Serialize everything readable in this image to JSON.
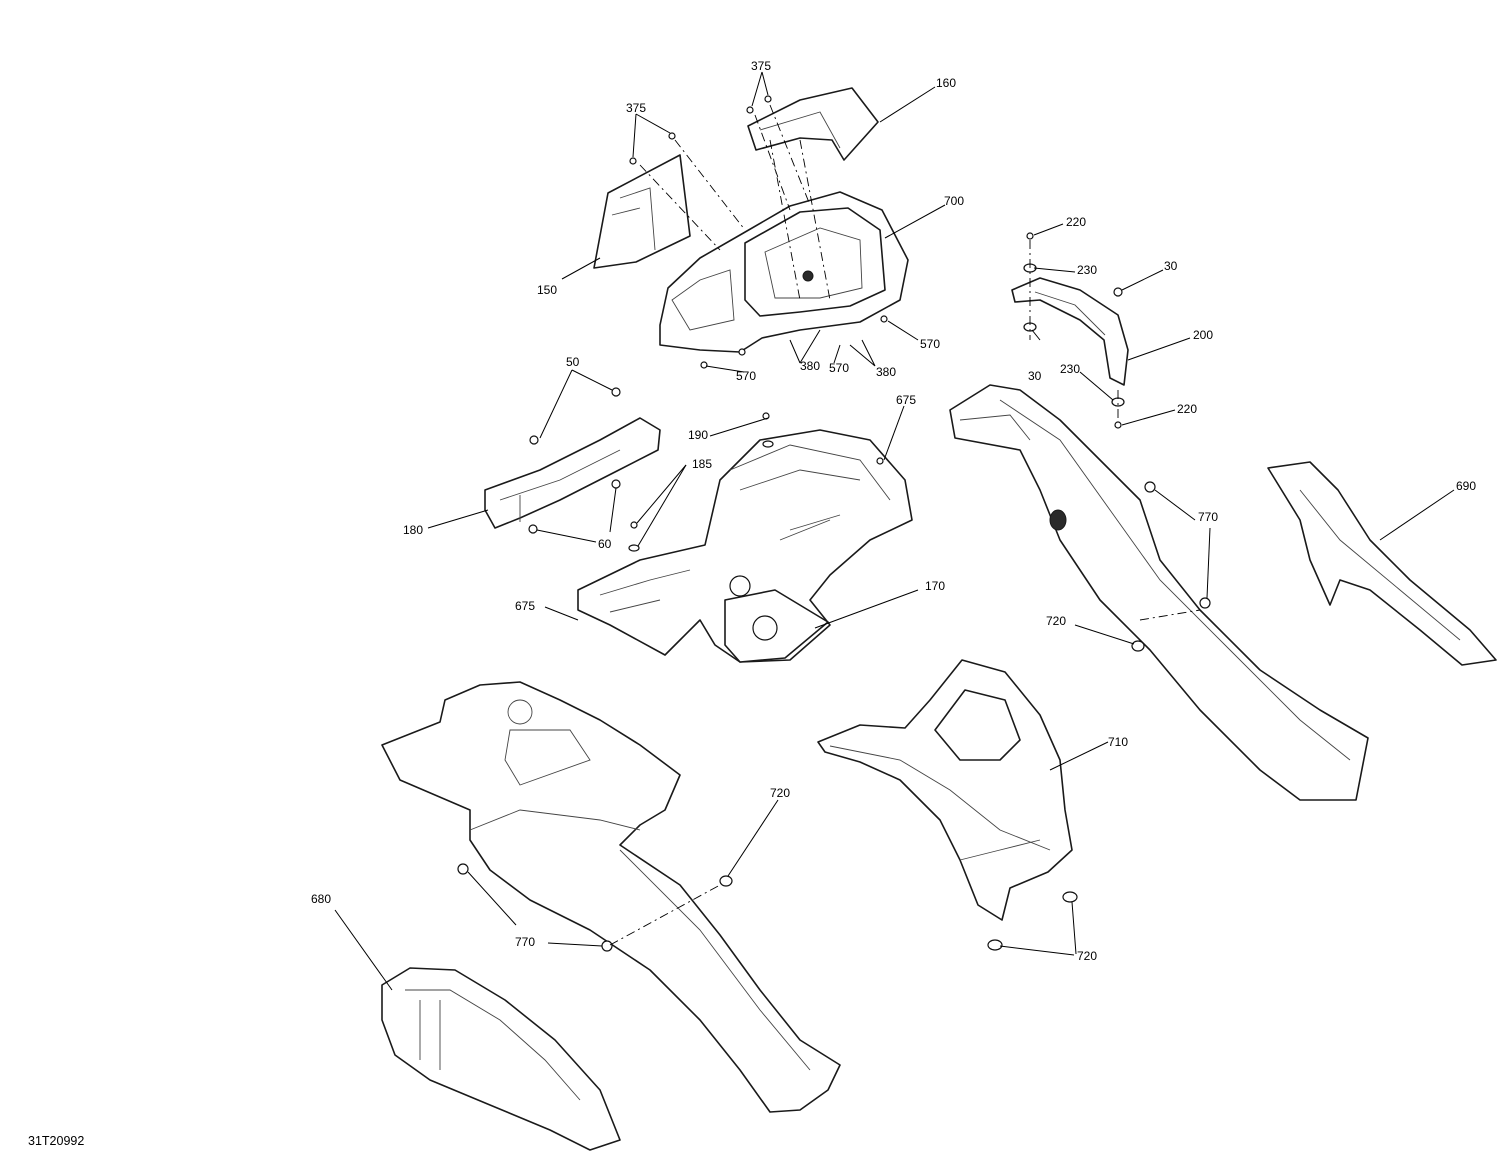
{
  "drawing_reference": "31T20992",
  "callouts": {
    "c375a": "375",
    "c375b": "375",
    "c160": "160",
    "c700": "700",
    "c150": "150",
    "c570a": "570",
    "c380a": "380",
    "c570b": "570",
    "c380b": "380",
    "c570c": "570",
    "c220a": "220",
    "c230a": "230",
    "c30a": "30",
    "c200": "200",
    "c30b": "30",
    "c230b": "230",
    "c220b": "220",
    "c50": "50",
    "c180": "180",
    "c60": "60",
    "c190": "190",
    "c185": "185",
    "c675a": "675",
    "c675b": "675",
    "c170": "170",
    "c770a": "770",
    "c720a": "720",
    "c690": "690",
    "c710": "710",
    "c720b": "720",
    "c720c": "720",
    "c770b": "770",
    "c680": "680"
  },
  "colors": {
    "line": "#1a1a1a",
    "background": "#ffffff"
  }
}
